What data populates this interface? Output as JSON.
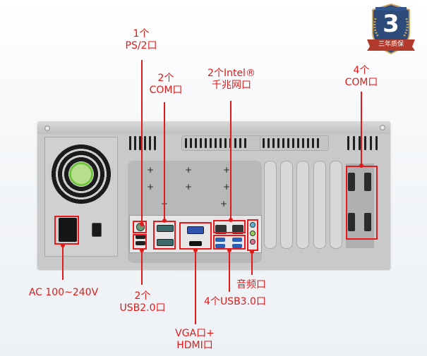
{
  "product": {
    "description": "Industrial PC chassis rear panel with labeled I/O ports"
  },
  "warranty_badge": {
    "number": "3",
    "ribbon_text": "三年质保",
    "colors": {
      "shield": "#2c4a7a",
      "ribbon": "#b23a2a",
      "border": "#c9a45a"
    }
  },
  "callouts": {
    "ps2": {
      "line1": "1个",
      "line2": "PS/2口"
    },
    "com2": {
      "line1": "2个",
      "line2": "COM口"
    },
    "lan": {
      "line1": "2个Intel®",
      "line2": "千兆网口"
    },
    "com4": {
      "line1": "4个",
      "line2": "COM口"
    },
    "ac": {
      "line1": "AC 100~240V"
    },
    "usb2": {
      "line1": "2个",
      "line2": "USB2.0口"
    },
    "vga_hdmi": {
      "line1": "VGA口+",
      "line2": "HDMI口"
    },
    "usb3": {
      "line1": "4个USB3.0口"
    },
    "audio": {
      "line1": "音频口"
    }
  },
  "colors": {
    "accent": "#e11a1a",
    "chassis": "#c9c9c9",
    "background": "#f2f5f8"
  }
}
